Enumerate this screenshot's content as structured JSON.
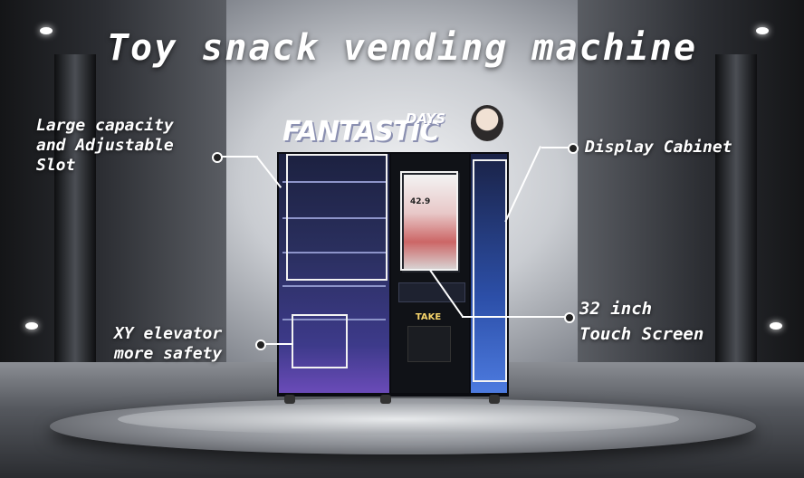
{
  "title": "Toy snack vending machine",
  "logo": {
    "main": "FANTASTIC",
    "sub": "DAYS"
  },
  "machine": {
    "take_label": "TAKE",
    "screen_price": "42.9"
  },
  "callouts": {
    "capacity": {
      "line1": "Large capacity",
      "line2": "and Adjustable",
      "line3": "Slot"
    },
    "elevator": {
      "line1": "XY elevator",
      "line2": "more safety"
    },
    "display": {
      "line1": "Display Cabinet"
    },
    "touch": {
      "line1": "32 inch",
      "line2": "Touch Screen"
    }
  },
  "colors": {
    "annotation": "#ffffff",
    "take": "#f6d46b"
  }
}
